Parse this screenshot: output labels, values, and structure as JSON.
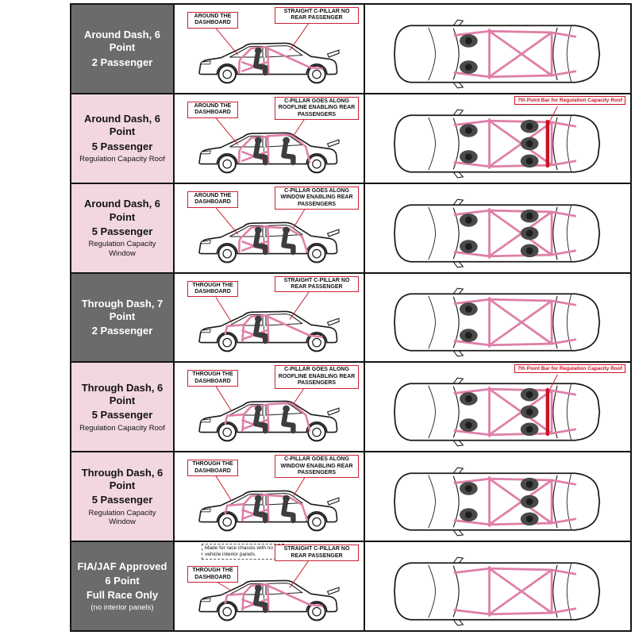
{
  "rows": [
    {
      "label": [
        "Around Dash, 6 Point",
        "2 Passenger"
      ],
      "dash": "AROUND THE DASHBOARD",
      "cpillar": "STRAIGHT C-PILLAR NO REAR PASSENGER"
    },
    {
      "label": [
        "Around Dash, 6 Point",
        "5 Passenger",
        "Regulation Capacity Roof"
      ],
      "dash": "AROUND THE DASHBOARD",
      "cpillar": "C-PILLAR GOES ALONG ROOFLINE ENABLING REAR PASSENGERS",
      "note": "7th Point Bar for Regulation Capacity Roof"
    },
    {
      "label": [
        "Around Dash, 6 Point",
        "5 Passenger",
        "Regulation Capacity Window"
      ],
      "dash": "AROUND THE DASHBOARD",
      "cpillar": "C-PILLAR GOES ALONG WINDOW ENABLING REAR PASSENGERS"
    },
    {
      "label": [
        "Through Dash, 7 Point",
        "2 Passenger"
      ],
      "dash": "THROUGH THE DASHBOARD",
      "cpillar": "STRAIGHT C-PILLAR NO REAR PASSENGER"
    },
    {
      "label": [
        "Through Dash, 6 Point",
        "5 Passenger",
        "Regulation Capacity Roof"
      ],
      "dash": "THROUGH THE DASHBOARD",
      "cpillar": "C-PILLAR GOES ALONG ROOFLINE ENABLING REAR PASSENGERS",
      "note": "7th Point Bar for Regulation Capacity Roof"
    },
    {
      "label": [
        "Through Dash, 6 Point",
        "5 Passenger",
        "Regulation Capacity Window"
      ],
      "dash": "THROUGH THE DASHBOARD",
      "cpillar": "C-PILLAR GOES ALONG WINDOW ENABLING REAR PASSENGERS"
    },
    {
      "label": [
        "FIA/JAF Approved",
        "6 Point",
        "Full Race Only",
        "(no interior panels)"
      ],
      "race_note": "Made for race chassis with no vehicle interior panels.",
      "dash": "THROUGH THE DASHBOARD",
      "cpillar": "STRAIGHT C-PILLAR NO REAR PASSENGER"
    }
  ],
  "colors": {
    "label_gray": "#6b6b6b",
    "label_pink": "#f2d7e0",
    "cage_pink": "#df7fa8",
    "callout_red": "#cc2233",
    "note_red": "#cc1122",
    "figure_dark": "#3d3d3d"
  }
}
